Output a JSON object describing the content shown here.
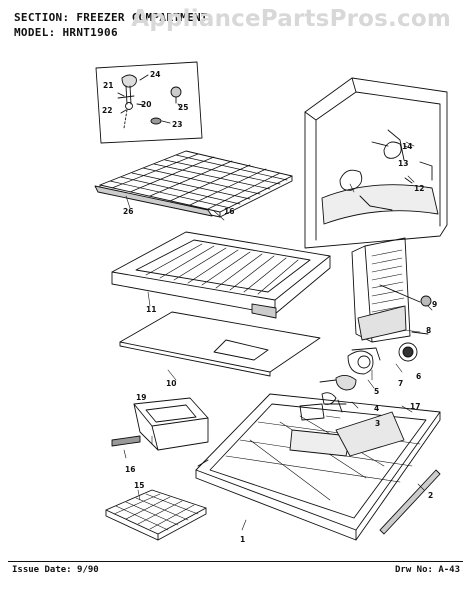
{
  "header": {
    "section_label": "SECTION:",
    "section_value": "FREEZER COMPARTMENT",
    "model_label": "MODEL:",
    "model_value": "HRNT1906"
  },
  "watermark": "AppliancePartsPros.com",
  "callouts": {
    "c1": "1",
    "c2": "2",
    "c3": "3",
    "c4": "4",
    "c5": "5",
    "c6": "6",
    "c7": "7",
    "c8": "8",
    "c9": "9",
    "c10": "10",
    "c11": "11",
    "c12": "12",
    "c13": "13",
    "c14": "14",
    "c15": "15",
    "c16": "16",
    "c16b": "16",
    "c17": "17",
    "c19": "19",
    "c20": "20",
    "c21": "21",
    "c22": "22",
    "c23": "23",
    "c24": "24",
    "c25": "25",
    "c26": "26"
  },
  "footer": {
    "issue_date": "Issue Date: 9/90",
    "drawing_no": "Drw No: A-43"
  }
}
